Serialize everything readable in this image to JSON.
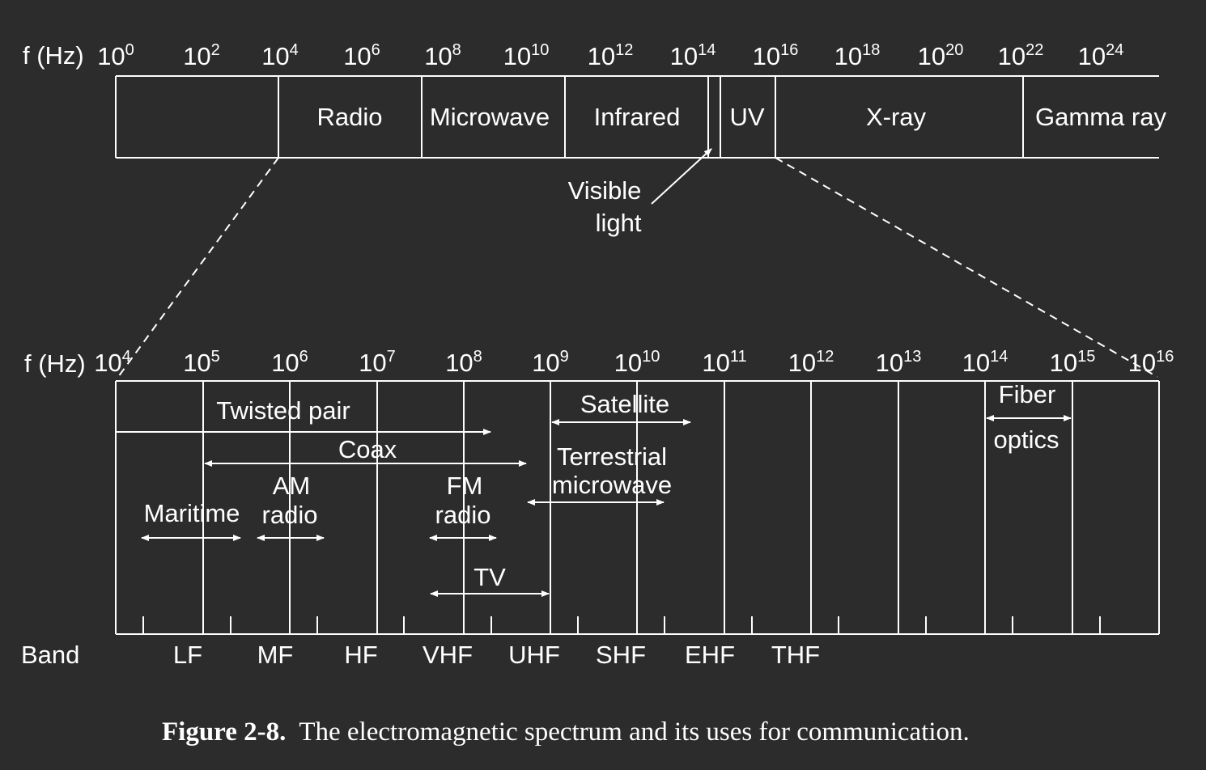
{
  "colors": {
    "background": "#2c2c2c",
    "foreground": "#ffffff"
  },
  "top_axis": {
    "unit_label": "f (Hz)",
    "tick_base": "10",
    "exponents": [
      "0",
      "2",
      "4",
      "6",
      "8",
      "10",
      "12",
      "14",
      "16",
      "18",
      "20",
      "22",
      "24"
    ]
  },
  "top_bands": {
    "radio": "Radio",
    "microwave": "Microwave",
    "infrared": "Infrared",
    "uv": "UV",
    "xray": "X-ray",
    "gamma": "Gamma ray"
  },
  "visible_light": {
    "line1": "Visible",
    "line2": "light"
  },
  "bottom_axis": {
    "unit_label": "f (Hz)",
    "tick_base": "10",
    "exponents": [
      "4",
      "5",
      "6",
      "7",
      "8",
      "9",
      "10",
      "11",
      "12",
      "13",
      "14",
      "15",
      "16"
    ]
  },
  "uses": {
    "twisted_pair": "Twisted pair",
    "coax": "Coax",
    "satellite": "Satellite",
    "terrestrial_line1": "Terrestrial",
    "terrestrial_line2": "microwave",
    "fiber_line1": "Fiber",
    "fiber_line2": "optics",
    "maritime": "Maritime",
    "am_line1": "AM",
    "am_line2": "radio",
    "fm_line1": "FM",
    "fm_line2": "radio",
    "tv": "TV"
  },
  "bands": {
    "label": "Band",
    "names": [
      "LF",
      "MF",
      "HF",
      "VHF",
      "UHF",
      "SHF",
      "EHF",
      "THF"
    ]
  },
  "caption": {
    "number": "Figure 2-8.",
    "text": "The electromagnetic spectrum and its uses for communication."
  }
}
